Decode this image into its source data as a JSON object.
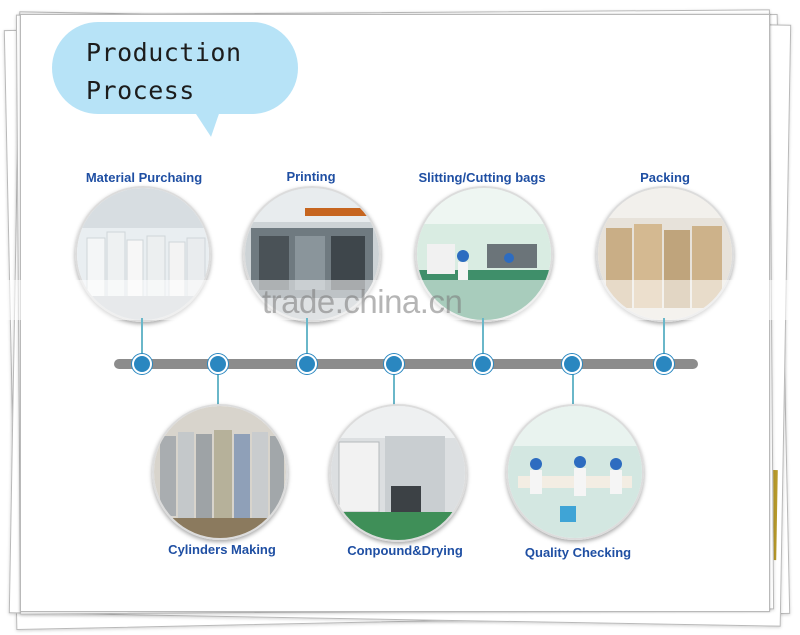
{
  "title": "Production\nProcess",
  "watermark": "trade.china.cn",
  "colors": {
    "bubble": "#b7e3f7",
    "label": "#1f4fa3",
    "node": "#2a87c0",
    "bar": "#8c8c8c",
    "connector": "#6ab7c9"
  },
  "top_steps": [
    {
      "label": "Material Purchaing",
      "icon": "material-rolls-photo"
    },
    {
      "label": "Printing",
      "icon": "printing-machine-photo"
    },
    {
      "label": "Slitting/Cutting bags",
      "icon": "workshop-photo"
    },
    {
      "label": "Packing",
      "icon": "carton-stack-photo"
    }
  ],
  "bottom_steps": [
    {
      "label": "Cylinders Making",
      "icon": "cylinders-photo"
    },
    {
      "label": "Conpound&Drying",
      "icon": "laminating-machine-photo"
    },
    {
      "label": "Quality Checking",
      "icon": "inspection-photo"
    }
  ]
}
